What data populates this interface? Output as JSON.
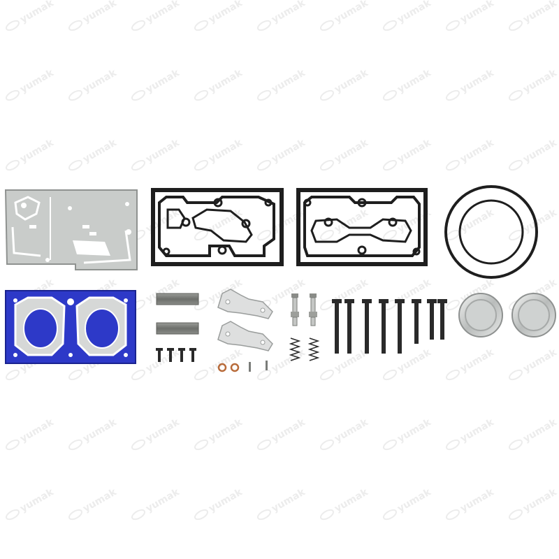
{
  "image": {
    "background_color": "#ffffff",
    "watermark": {
      "text": "yumak",
      "color": "#ececec"
    },
    "colors": {
      "steel_plate": "#c9ccca",
      "rubber_black": "#1e1e1e",
      "blue_gasket": "#2d39c8",
      "valve_steel": "#d8dbda",
      "copper_washer": "#b86b3a"
    },
    "parts": [
      {
        "name": "steel-valve-plate"
      },
      {
        "name": "black-rubber-gasket-left"
      },
      {
        "name": "black-rubber-gasket-right"
      },
      {
        "name": "o-ring"
      },
      {
        "name": "blue-coated-gasket"
      },
      {
        "name": "metal-bars"
      },
      {
        "name": "valve-reed-plates"
      },
      {
        "name": "small-screws"
      },
      {
        "name": "copper-washers"
      },
      {
        "name": "check-valves-and-springs"
      },
      {
        "name": "long-bolts"
      },
      {
        "name": "valve-cups"
      }
    ]
  }
}
